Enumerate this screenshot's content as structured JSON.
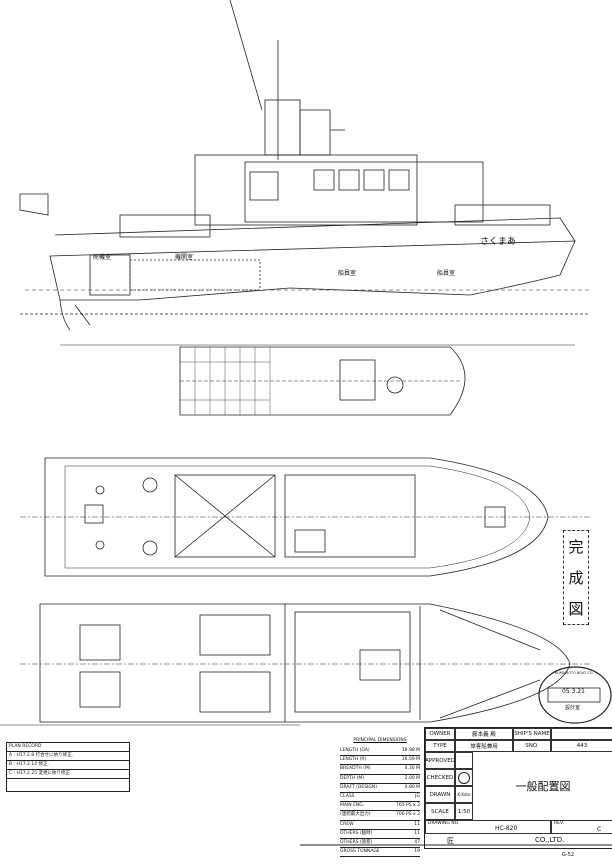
{
  "profile": {
    "ship_name_marking": "さくまあ",
    "compartments": [
      "舵機室",
      "機関室",
      "船員室",
      "船員室"
    ]
  },
  "completion_mark": [
    "完",
    "成",
    "図"
  ],
  "stamp": {
    "date": "05.3.21",
    "text": "KUMAMOTO BOAT CO.",
    "sub": "設計室"
  },
  "principal_dimensions": {
    "title": "PRINCIPAL DIMENSIONS",
    "rows": [
      {
        "label": "LENGTH (OA)",
        "value": "19.98 M"
      },
      {
        "label": "LENGTH (R)",
        "value": "16.59 M"
      },
      {
        "label": "BREADTH (M)",
        "value": "4.30 M"
      },
      {
        "label": "DEPTH (M)",
        "value": "2.00 M"
      },
      {
        "label": "DRAFT (DESIGN)",
        "value": "0.80 M"
      },
      {
        "label": "CLASS",
        "value": "JG"
      },
      {
        "label": "MAIN ENG.",
        "value": "765 PS x 2"
      },
      {
        "label": "(連続最大出力)",
        "value": "700 PS x 2"
      },
      {
        "label": "CREW",
        "value": "11"
      },
      {
        "label": "OTHERS (臨時)",
        "value": "11"
      },
      {
        "label": "OTHERS (旅客)",
        "value": "47"
      },
      {
        "label": "GROSS TONNAGE",
        "value": "19"
      }
    ]
  },
  "plan_record": {
    "title": "PLAN RECORD",
    "rows": [
      "A : H17.2.8 打合せに依り修正.",
      "B : H17.2.14 修正.",
      "C : H17.2.25 変更に依り修正."
    ]
  },
  "title_block": {
    "owner_label": "OWNER",
    "owner": "藤本義 殿",
    "ships_name_label": "SHIP'S NAME",
    "ships_name": "",
    "type_label": "TYPE",
    "type": "旅客船兼用",
    "sno_label": "SNO.",
    "sno": "443",
    "approved_label": "APPROVED",
    "checked_label": "CHECKED",
    "drawn_label": "DRAWN",
    "drawn": "K.Kato",
    "scale_label": "SCALE",
    "scale": "1:50",
    "drawing_title": "一般配置図",
    "drawing_no_label": "DRAWING NO.",
    "drawing_no": "HC-820",
    "rev_label": "REV.",
    "rev": "C",
    "company_mark": "匠",
    "company": "CO.,LTD.",
    "sheet": "G-52"
  }
}
